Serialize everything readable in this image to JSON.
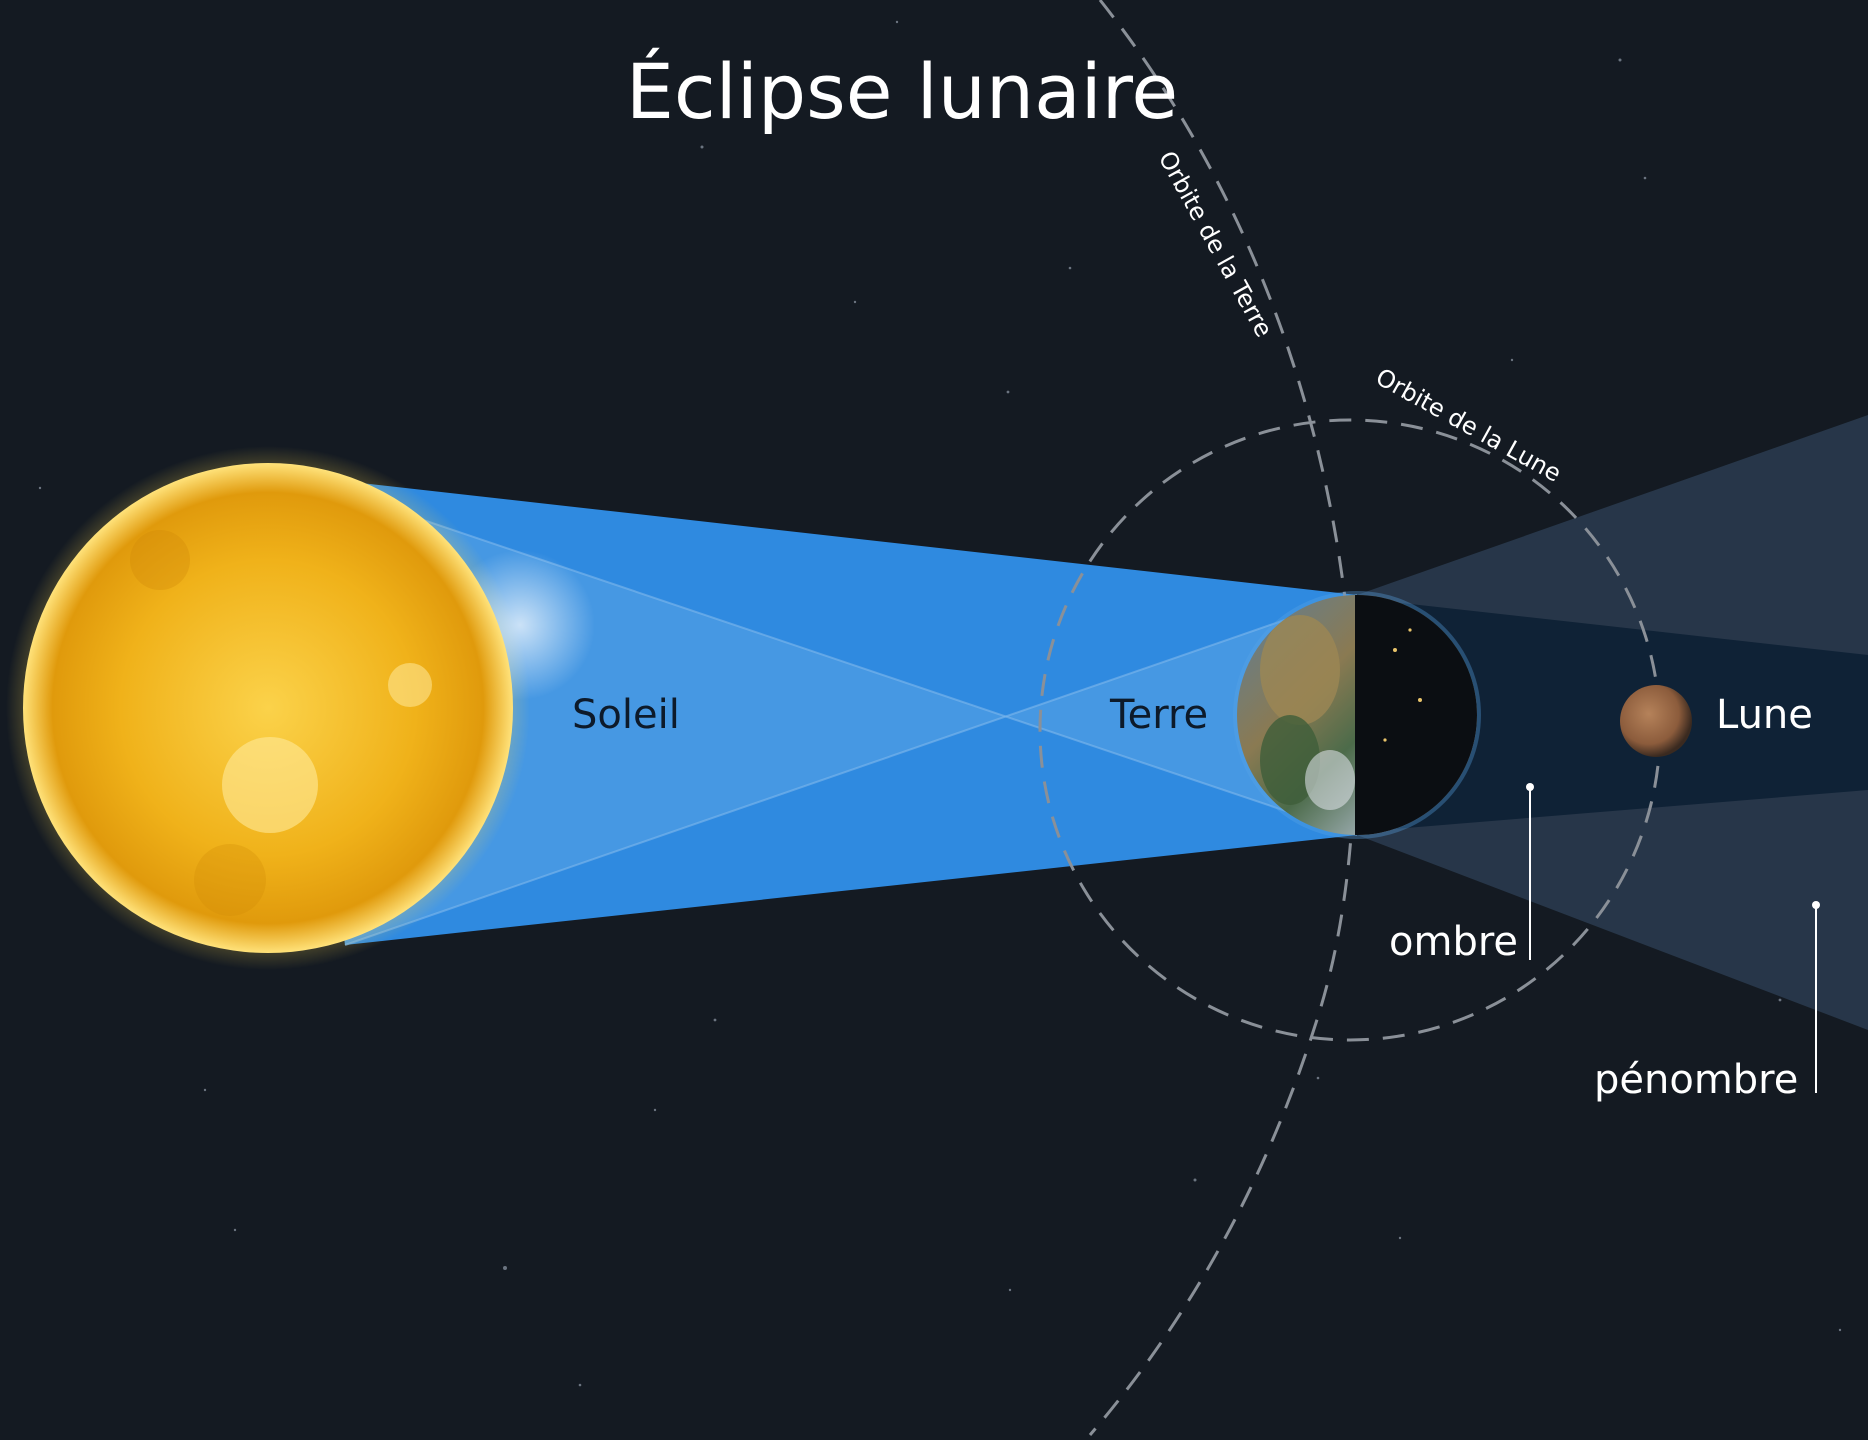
{
  "diagram": {
    "title": "Éclipse lunaire",
    "labels": {
      "sun": "Soleil",
      "earth": "Terre",
      "moon": "Lune",
      "umbra": "ombre",
      "penumbra": "pénombre",
      "earth_orbit": "Orbite de la Terre",
      "moon_orbit": "Orbite de la Lune"
    },
    "colors": {
      "background": "#141a22",
      "sun": "#f2b51c",
      "light_cone": "#2f8ae0",
      "light_cone_center": "#5aa4e6",
      "umbra": "#0f2236",
      "penumbra": "#2a3c50",
      "orbit_line": "#8a9098",
      "moon": "#9a6a48",
      "text_light": "#ffffff",
      "text_dark": "#0d1a2a"
    }
  }
}
